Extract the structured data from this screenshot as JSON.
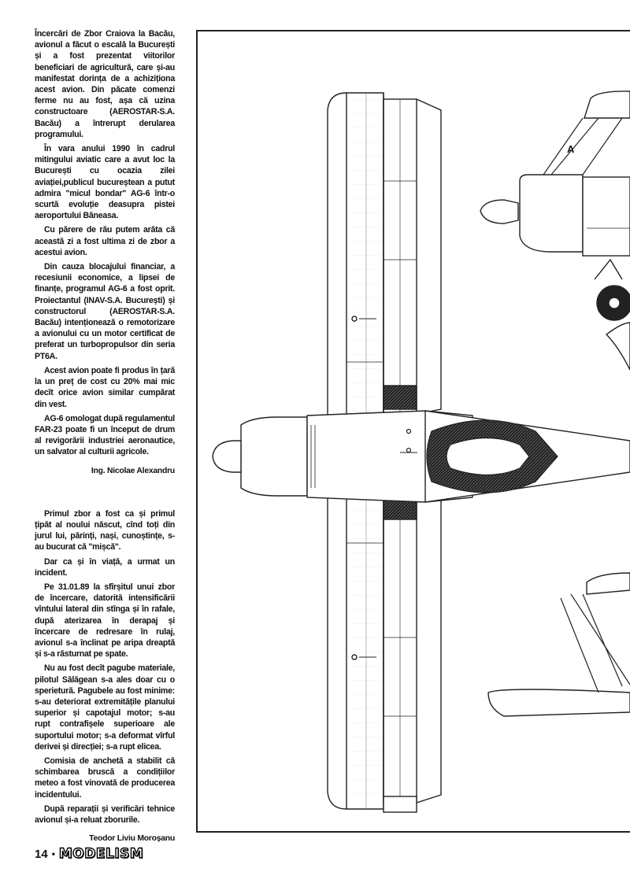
{
  "article": {
    "paragraphs_1": [
      "Încercări de Zbor Craiova la Bacău, avionul a făcut o escală la București și a fost prezentat viitorilor beneficiari de agricultură, care și-au manifestat dorința de a achiziționa acest avion. Din păcate comenzi ferme nu au fost, așa că uzina constructoare (AEROSTAR-S.A. Bacău) a întrerupt derularea programului.",
      "În vara anului 1990 în cadrul mitingului aviatic care a avut loc la București cu ocazia zilei aviației,publicul bucureștean a putut admira \"micul bondar\" AG-6 într-o scurtă evoluție deasupra pistei aeroportului Băneasa.",
      "Cu părere de rău putem arăta că această zi a fost ultima zi de zbor a acestui avion.",
      "Din cauza blocajului financiar, a recesiunii economice, a lipsei de finanțe, programul AG-6 a fost oprit. Proiectantul (INAV-S.A. București) și constructorul (AEROSTAR-S.A. Bacău) intenționează o remotorizare a avionului cu un motor certificat de preferat un turbopropulsor din seria PT6A.",
      "Acest avion poate fi produs în țară la un preț de cost cu 20% mai mic decît orice avion similar cumpărat din vest.",
      "AG-6 omologat după regulamentul FAR-23 poate fi un început de drum al revigorării industriei aeronautice, un salvator al culturii agricole."
    ],
    "author_1": "Ing. Nicolae Alexandru",
    "paragraphs_2": [
      "Primul zbor a fost ca și primul țipăt al noului născut, cînd toți din jurul lui, părinți, nași, cunoștințe, s-au bucurat că \"mișcă\".",
      "Dar ca și în viață, a urmat un incident.",
      "Pe 31.01.89 la sfîrșitul unui zbor de încercare, datorită intensificării vîntului lateral din stînga și în rafale, după aterizarea în derapaj și încercare de redresare în rulaj, avionul s-a înclinat pe aripa dreaptă și s-a răsturnat pe spate.",
      "Nu au fost decît pagube materiale, pilotul Sălăgean s-a ales doar cu o sperietură. Pagubele au fost minime: s-au deteriorat extremitățile planului superior și capotajul motor; s-au rupt contrafișele superioare ale suportului motor; s-a deformat vîrful derivei și direcției; s-a rupt elicea.",
      "Comisia de anchetă a stabilit că schimbarea bruscă a condițiilor meteo a fost vinovată de producerea incidentului.",
      "După reparații și verificări tehnice avionul și-a reluat zborurile."
    ],
    "author_2": "Teodor Liviu Moroșanu"
  },
  "footer": {
    "page_number": "14",
    "bullet": "•",
    "magazine": "MODELISM"
  },
  "drawing": {
    "view_label": "A"
  }
}
